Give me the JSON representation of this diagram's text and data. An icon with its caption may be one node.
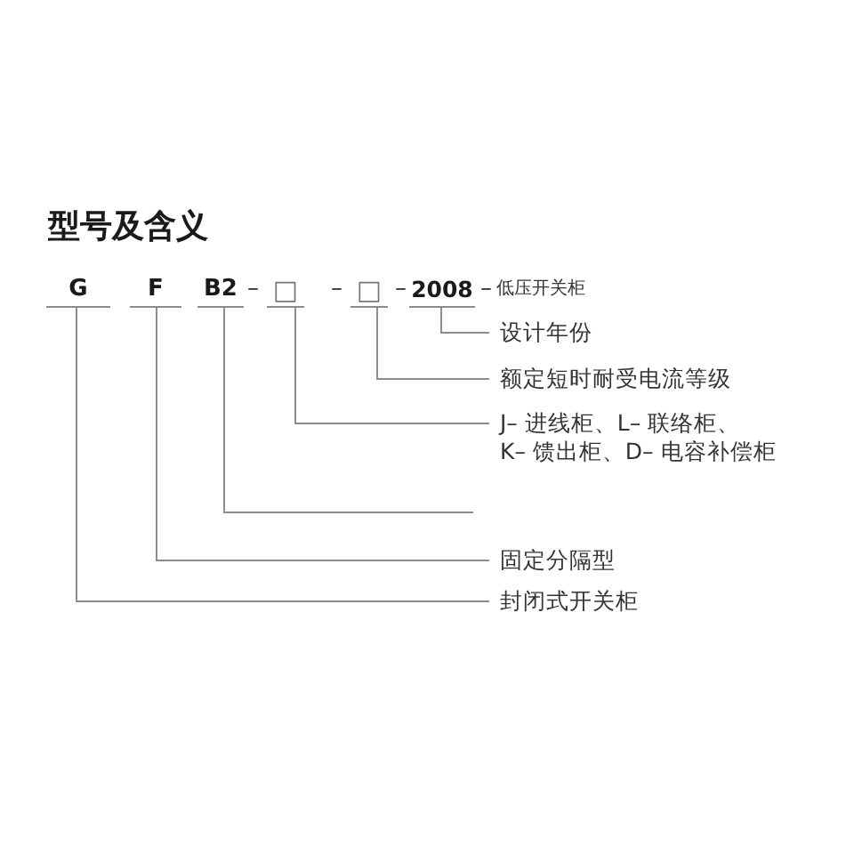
{
  "diagram": {
    "title": "型号及含义",
    "nodes": [
      {
        "text": [
          "G"
        ]
      },
      {
        "text": [
          "F"
        ]
      },
      {
        "text": [
          "B2"
        ]
      },
      {
        "text": [
          "□"
        ]
      },
      {
        "text": [
          "□"
        ]
      },
      {
        "text": [
          "2008"
        ]
      },
      {
        "text": [
          "设计年份"
        ]
      },
      {
        "text": [
          "额定短时耐受电流等级"
        ]
      },
      {
        "text": [
          "J– 进线柜、L– 联络柜、K– 馈出柜、D– 电容补偿柜"
        ]
      },
      {
        "text": [
          "固定分隔型"
        ]
      },
      {
        "text": [
          "封闭式开关柜"
        ]
      }
    ],
    "edges": [
      {
        "from": 5,
        "to": 6,
        "arrow": "none"
      },
      {
        "from": 4,
        "to": 7,
        "arrow": "none"
      },
      {
        "from": 3,
        "to": 8,
        "arrow": "none"
      },
      {
        "from": 2,
        "to": null,
        "arrow": "none"
      },
      {
        "from": 1,
        "to": 9,
        "arrow": "none"
      },
      {
        "from": 0,
        "to": 10,
        "arrow": "none"
      }
    ],
    "labels": [
      "–",
      "–",
      "–",
      "–",
      "低压开关柜"
    ]
  }
}
